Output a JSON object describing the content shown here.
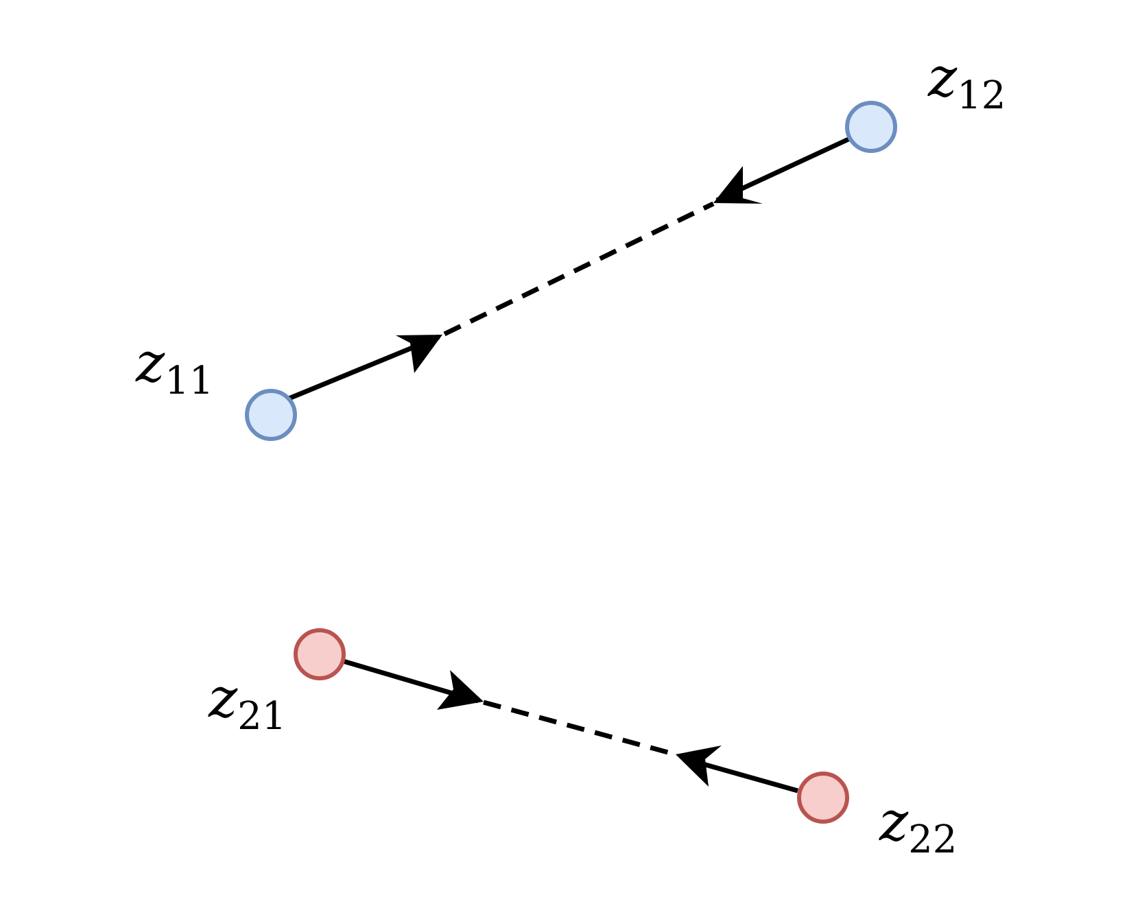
{
  "diagram": {
    "colors": {
      "blue_fill": "#dae8fc",
      "blue_stroke": "#6c8ebf",
      "red_fill": "#f8cecc",
      "red_stroke": "#b85450",
      "arrow": "#000000"
    },
    "nodes": [
      {
        "id": "z11",
        "label_main": "z",
        "label_sub": "11",
        "group": "blue"
      },
      {
        "id": "z12",
        "label_main": "z",
        "label_sub": "12",
        "group": "blue"
      },
      {
        "id": "z21",
        "label_main": "z",
        "label_sub": "21",
        "group": "red"
      },
      {
        "id": "z22",
        "label_main": "z",
        "label_sub": "22",
        "group": "red"
      }
    ],
    "edges": [
      {
        "from": "z11",
        "toward": "z12",
        "style": "solid-then-dashed"
      },
      {
        "from": "z12",
        "toward": "z11",
        "style": "solid-then-dashed"
      },
      {
        "from": "z21",
        "toward": "z22",
        "style": "solid-then-dashed"
      },
      {
        "from": "z22",
        "toward": "z21",
        "style": "solid-then-dashed"
      }
    ]
  }
}
